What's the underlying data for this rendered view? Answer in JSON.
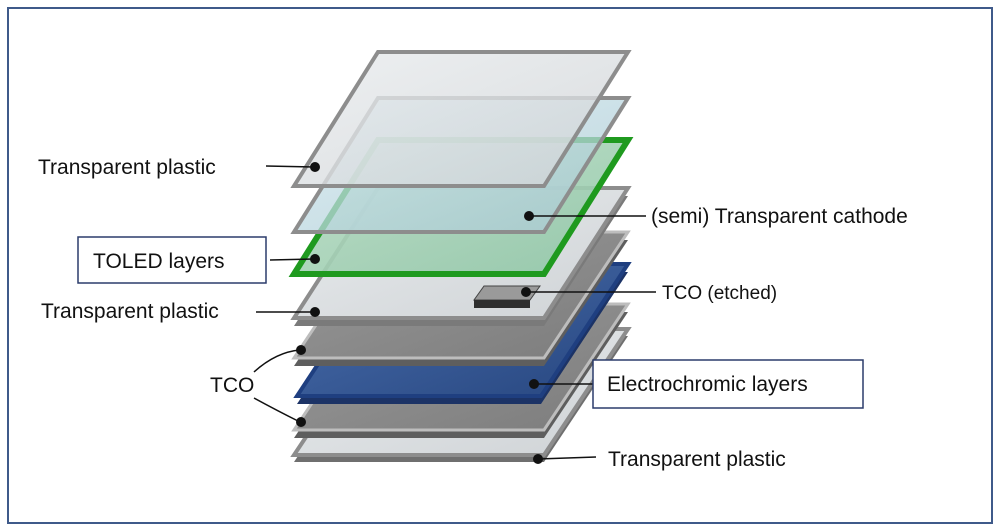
{
  "labels": {
    "transparent_plastic_top": "Transparent plastic",
    "toled_layers": "TOLED layers",
    "transparent_plastic_mid": "Transparent plastic",
    "tco": "TCO",
    "semi_transparent_cathode": "(semi) Transparent cathode",
    "tco_etched": "TCO (etched)",
    "electrochromic_layers": "Electrochromic layers",
    "transparent_plastic_bottom": "Transparent plastic"
  },
  "colors": {
    "frame": "#3f5a8a",
    "label_box_border": "#2b3c6b",
    "plastic": "#dde0e2",
    "cathode": "#b9d6df",
    "toled": "#2f9a2f",
    "tco": "#8c8c8c",
    "electrochromic": "#2f5596",
    "etched_pad": "#555555"
  }
}
